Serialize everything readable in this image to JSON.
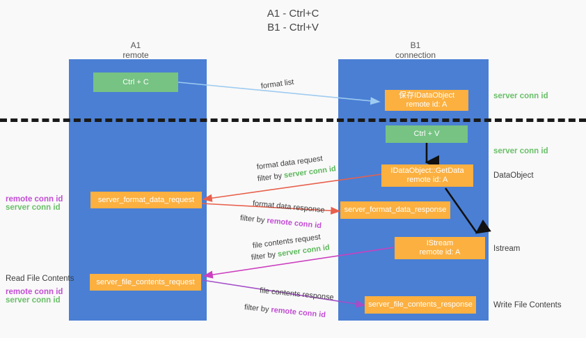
{
  "title": {
    "line1": "A1 - Ctrl+C",
    "line2": "B1 - Ctrl+V"
  },
  "columns": [
    {
      "name": "A1",
      "role": "remote"
    },
    {
      "name": "B1",
      "role": "connection"
    }
  ],
  "boxes": {
    "ctrl_c": {
      "label": "Ctrl + C"
    },
    "ctrl_v": {
      "label": "Ctrl + V"
    },
    "save_idataobject": {
      "line1": "保存IDataObject",
      "line2": "remote id: A"
    },
    "getdata": {
      "line1": "IDataObject::GetData",
      "line2": "remote id: A"
    },
    "istream": {
      "line1": "IStream",
      "line2": "remote id: A"
    },
    "server_format_data_request": {
      "label": "server_format_data_request"
    },
    "server_format_data_response": {
      "label": "server_format_data_response"
    },
    "server_file_contents_request": {
      "label": "server_file_contents_request"
    },
    "server_file_contents_response": {
      "label": "server_file_contents_response"
    }
  },
  "right_labels": {
    "server_conn_id_top": "server conn id",
    "server_conn_id_mid": "server conn id",
    "dataobject": "DataObject",
    "istream": "Istream",
    "write_file_contents": "Write File Contents"
  },
  "left_labels": {
    "remote_conn_id_1": "remote conn id",
    "server_conn_id_1": "server conn id",
    "read_file_contents": "Read File Contents",
    "remote_conn_id_2": "remote conn id",
    "server_conn_id_2": "server conn id"
  },
  "edges": {
    "format_list": "format list",
    "format_data_request": "format data request",
    "format_data_request_filter_prefix": "filter by ",
    "format_data_request_filter_value": "server conn id",
    "format_data_response": "format data response",
    "format_data_response_filter_prefix": "filter by ",
    "format_data_response_filter_value": "remote conn id",
    "file_contents_request": "file contents request",
    "file_contents_request_filter_prefix": "filter by ",
    "file_contents_request_filter_value": "server conn id",
    "file_contents_response": "file contents response",
    "file_contents_response_filter_prefix": "filter by ",
    "file_contents_response_filter_value": "remote conn id"
  },
  "colors": {
    "lane": "#4a7fd4",
    "green_box": "#76c383",
    "orange_box": "#fbb040",
    "arrow_light_blue": "#9ecbf0",
    "arrow_red": "#e8604c",
    "arrow_magenta": "#cc3fc0",
    "arrow_purple": "#a44ec8",
    "arrow_black": "#111111",
    "green_text": "#6abf69",
    "purple_text": "#c24dd4",
    "divider": "#1a1a1a"
  }
}
